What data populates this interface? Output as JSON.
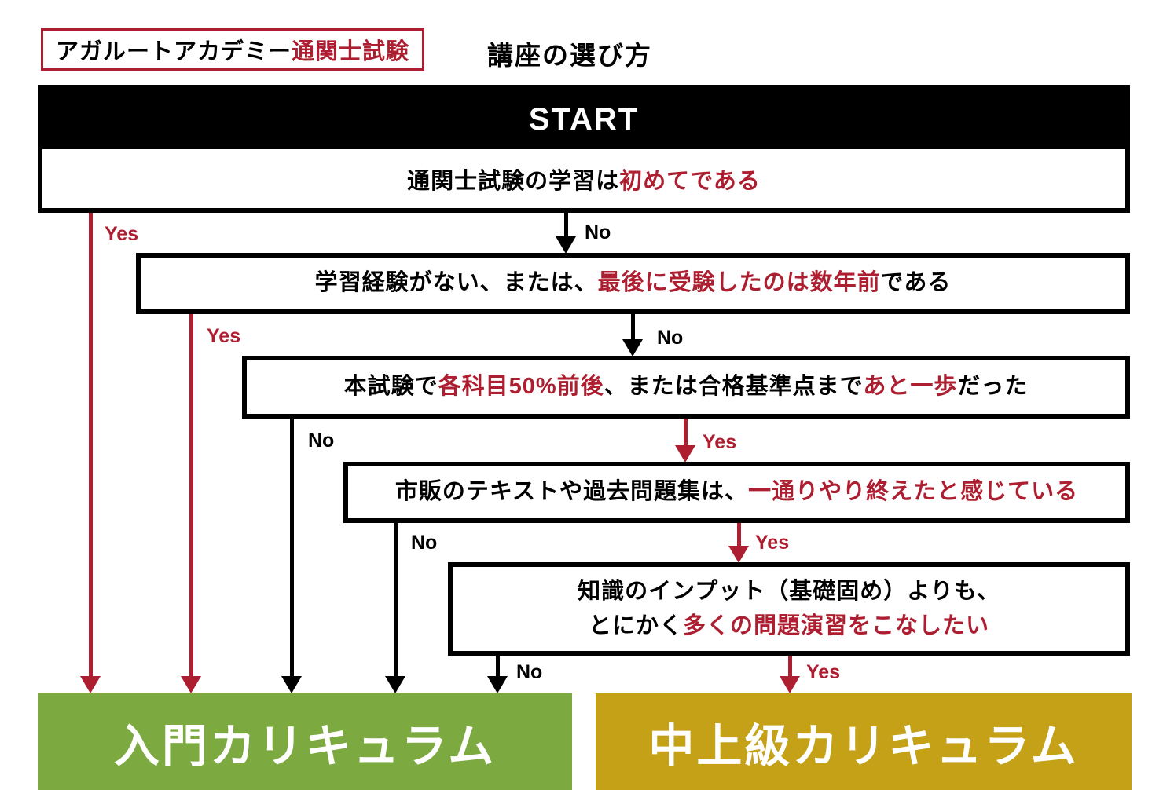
{
  "colors": {
    "red": "#ae1e31",
    "green": "#7caa41",
    "yellow": "#c4a117",
    "black": "#000000"
  },
  "header": {
    "brand_prefix": "アガルートアカデミー",
    "brand_exam": "通関士試験",
    "page_title": "講座の選び方"
  },
  "start": {
    "label": "START"
  },
  "labels": {
    "yes": "Yes",
    "no": "No"
  },
  "questions": {
    "q1": {
      "p1": "通関士試験の学習は",
      "p2_red": "初めてである"
    },
    "q2": {
      "p1": "学習経験がない、または、",
      "p2_red": "最後に受験したのは数年前",
      "p3": "である"
    },
    "q3": {
      "p1": "本試験で",
      "p2_red": "各科目50%前後",
      "p3": "、または合格基準点まで",
      "p4_red": "あと一歩",
      "p5": "だった"
    },
    "q4": {
      "p1": "市販のテキストや過去問題集は、",
      "p2_red": "一通りやり終えたと感じている"
    },
    "q5": {
      "l1": "知識のインプット（基礎固め）よりも、",
      "l2p1": "とにかく",
      "l2p2_red": "多くの問題演習をこなしたい"
    }
  },
  "results": {
    "beginner": "入門カリキュラム",
    "advanced": "中上級カリキュラム"
  }
}
